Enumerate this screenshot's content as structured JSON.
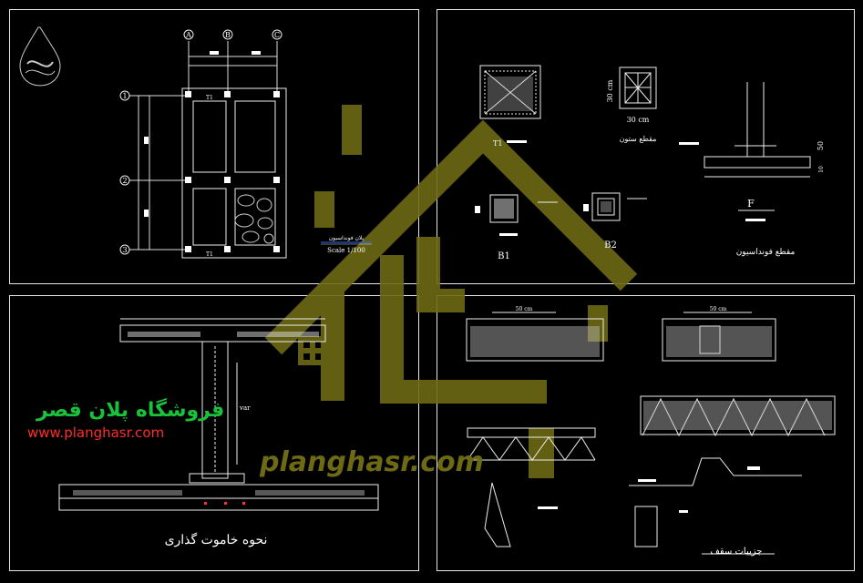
{
  "plan": {
    "axes_top": [
      "A",
      "B",
      "C"
    ],
    "axes_left": [
      "1",
      "2",
      "3"
    ],
    "beam_tag": "T1",
    "title": "پلان فونداسیون",
    "scale": "Scale 1/100"
  },
  "foundation_details": {
    "section_t1": "T1",
    "dim_col_v": "30 cm",
    "dim_col_h": "30 cm",
    "column_section_title": "مقطع ستون",
    "beam_b1": "B1",
    "beam_b2": "B2",
    "footing_f": "F",
    "dim_50": "50",
    "dim_10": "10",
    "foundation_section_title": "مقطع فونداسیون"
  },
  "formwork": {
    "var_label": "var",
    "title": "نحوه خاموت گذاری"
  },
  "slab": {
    "dim_50cm_a": "50 cm",
    "dim_50cm_b": "50 cm",
    "title": "جزییات سقف"
  },
  "watermark": {
    "shop_name": "فروشگاه پلان قصر",
    "url": "www.planghasr.com",
    "logo_url": "planghasr.com",
    "shop_color": "#18c23a",
    "logo_color": "#6e6a14"
  }
}
